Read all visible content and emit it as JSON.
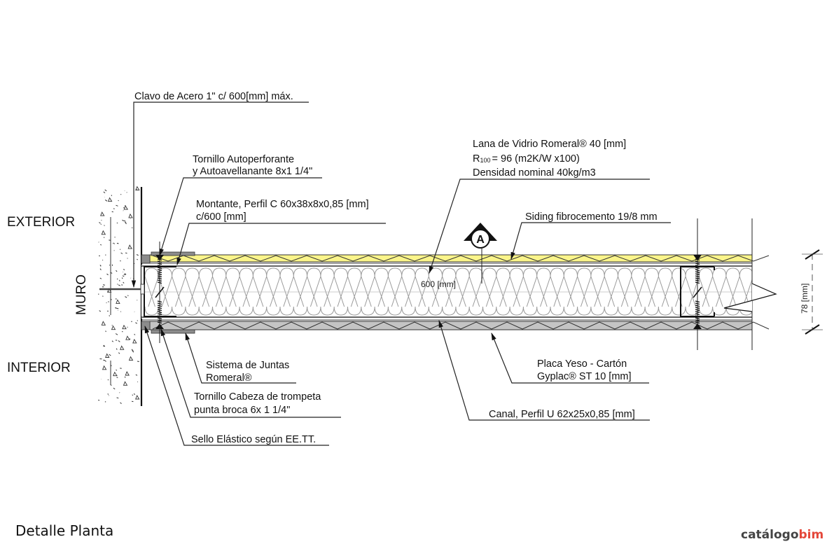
{
  "title": "Detalle Planta",
  "logo": {
    "part1": "catálogo",
    "part2": "bim",
    "accent_color": "#e4473a"
  },
  "zones": {
    "exterior": "EXTERIOR",
    "interior": "INTERIOR",
    "muro": "MURO"
  },
  "section_marker": "A",
  "dimensions": {
    "spacing": "600 [mm]",
    "thickness": "78 [mm]"
  },
  "labels": {
    "clavo": "Clavo de Acero 1\" c/ 600[mm] máx.",
    "tornillo_auto_1": "Tornillo Autoperforante",
    "tornillo_auto_2": "y Autoavellanante 8x1 1/4\"",
    "montante_1": "Montante, Perfil C 60x38x8x0,85 [mm]",
    "montante_2": "c/600 [mm]",
    "lana_1": "Lana de Vidrio Romeral® 40 [mm]",
    "lana_2_prefix": "R",
    "lana_2_sub": "100",
    "lana_2_rest": "= 96 (m2K/W x100)",
    "lana_3": "Densidad nominal 40kg/m3",
    "siding": "Siding fibrocemento 19/8 mm",
    "juntas_1": "Sistema de Juntas",
    "juntas_2": "Romeral®",
    "tornillo_trompeta_1": "Tornillo  Cabeza de trompeta",
    "tornillo_trompeta_2": "punta broca 6x 1 1/4\"",
    "sello": "Sello Elástico según EE.TT.",
    "placa_1": "Placa Yeso - Cartón",
    "placa_2": "Gyplac® ST 10 [mm]",
    "canal": "Canal, Perfil U 62x25x0,85 [mm]"
  },
  "colors": {
    "siding": "#fbf58a",
    "gypsum": "#c4c4c4",
    "strip": "#8c8c8c",
    "insulation_line": "#9a9a9a"
  }
}
